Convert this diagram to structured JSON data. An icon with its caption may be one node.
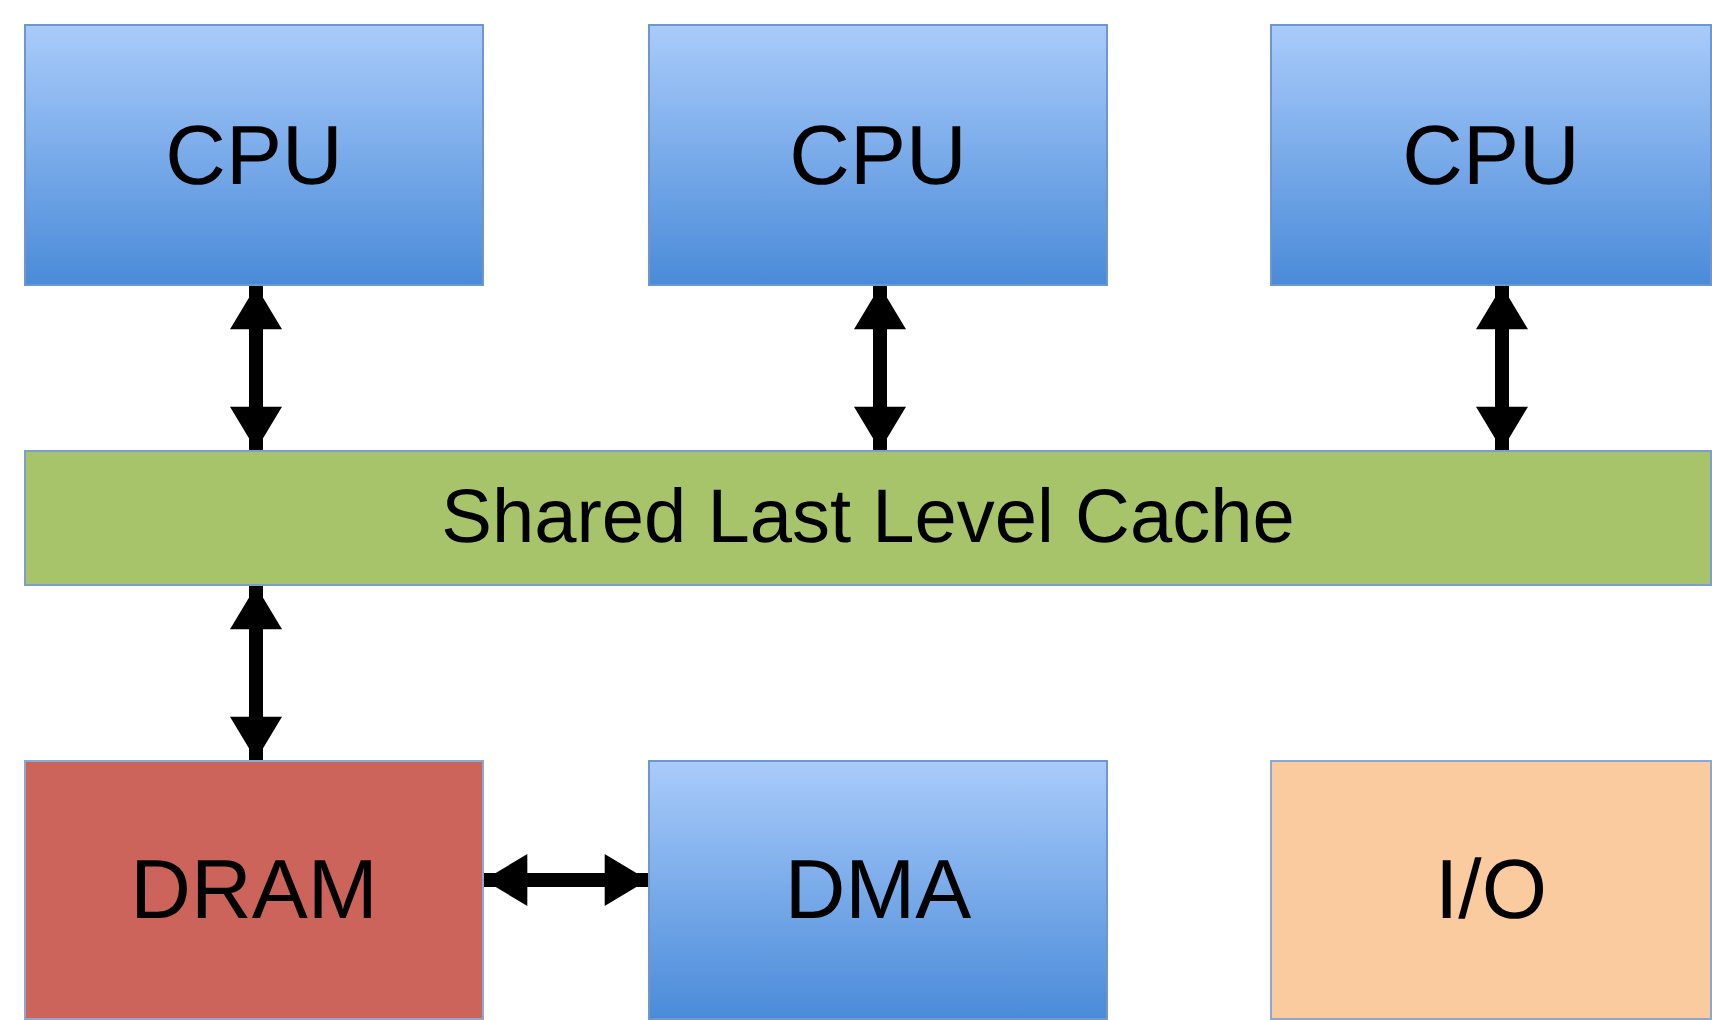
{
  "diagram": {
    "nodes": [
      {
        "text": [
          "CPU"
        ]
      },
      {
        "text": [
          "CPU"
        ]
      },
      {
        "text": [
          "CPU"
        ]
      },
      {
        "text": [
          "Shared Last Level Cache"
        ]
      },
      {
        "text": [
          "DRAM"
        ]
      },
      {
        "text": [
          "DMA"
        ]
      },
      {
        "text": [
          "I/O"
        ]
      }
    ],
    "edges": [
      {
        "from": 0,
        "to": 3,
        "arrow": "both"
      },
      {
        "from": 1,
        "to": 3,
        "arrow": "both"
      },
      {
        "from": 2,
        "to": 3,
        "arrow": "both"
      },
      {
        "from": 3,
        "to": 4,
        "arrow": "both"
      },
      {
        "from": 4,
        "to": 5,
        "arrow": "both"
      }
    ]
  }
}
